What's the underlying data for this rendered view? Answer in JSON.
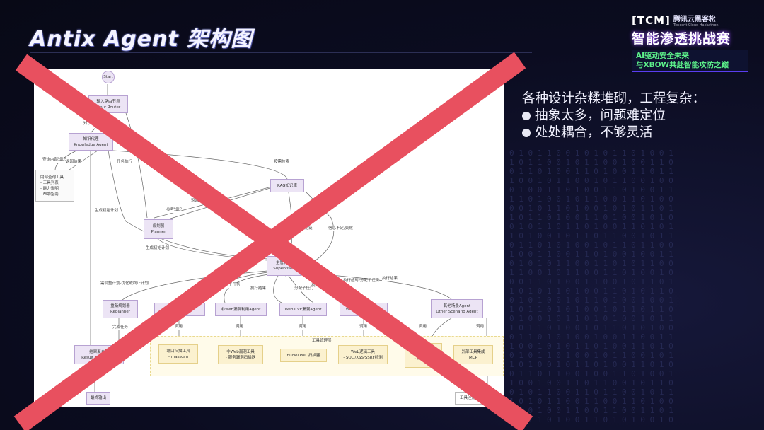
{
  "title": "Antix Agent 架构图",
  "logo": {
    "tag": "[TCM]",
    "brand": "腾讯云黑客松",
    "brand_sub": "Tencent Cloud Hackathon",
    "event": "智能渗透挑战赛",
    "slogan_1": "AI驱动安全未来",
    "slogan_2": "与XBOW共赴智能攻防之巅"
  },
  "points": {
    "heading": "各种设计杂糅堆砌，工程复杂：",
    "items": [
      "抽象太多，问题难定位",
      "处处耦合，不够灵活"
    ]
  },
  "diagram": {
    "start": "Start",
    "router": {
      "zh": "输入路由节点",
      "en": "Input Router"
    },
    "knowledge": {
      "zh": "知识代理",
      "en": "Knowledge Agent"
    },
    "internal_tools": {
      "zh": "内部查询工具",
      "items": [
        "- 工具列表",
        "- 能力说明",
        "- 帮助指南"
      ]
    },
    "rag": "RAG知识库",
    "planner": {
      "zh": "规划器",
      "en": "Planner"
    },
    "supervisor": {
      "zh": "主管代理",
      "en": "Supervisor"
    },
    "replanner": {
      "zh": "重新规划器",
      "en": "Replanner"
    },
    "agents": [
      "端口扫描Agent",
      "非Web漏洞利用Agent",
      "Web CVE漏洞Agent",
      "Web逻辑漏洞Agent"
    ],
    "other_agent": {
      "zh": "其他场景Agent",
      "en": "Other Scenario Agent"
    },
    "aggregator": {
      "zh": "结果聚合器",
      "en": "Result Aggregator"
    },
    "final": "最终输出",
    "tool_layer": "工具管理层",
    "tools": [
      {
        "name": "端口扫描工具",
        "detail": "- masscan"
      },
      {
        "name": "非Web漏洞工具",
        "detail": "- 服务漏洞扫描器"
      },
      {
        "name": "nuclei PoC 扫描器",
        "detail": ""
      },
      {
        "name": "Web逻辑工具",
        "detail": "- SQLi/XSS/SSRF检测"
      },
      {
        "name": "- 自定义工具",
        "detail": "- 扩展插件"
      },
      {
        "name": "外部工具集成",
        "detail": "MCP"
      }
    ],
    "registry": "工具注册中心",
    "edge_labels": {
      "kq": "知识问答",
      "query": "查询内部知识",
      "ret": "返回结果",
      "task": "任务执行",
      "retrieve": "按需检索",
      "facts": "返回事实",
      "ref": "参考知识",
      "plan1": "生成初始计划",
      "plan2": "生成初始计划",
      "poc": "召回/PoC/利用链",
      "insufficient": "信息不足/失败",
      "adjust": "需调整计划-优化或终止计划",
      "r1": "执行结果",
      "a1": "分配子任务",
      "r2": "执行结果",
      "a2": "分配子任务",
      "r3": "执行结果",
      "timeout": "执行超时/分配子任务",
      "r4": "执行结果",
      "done": "完成任务",
      "call": "调用"
    }
  },
  "colors": {
    "cross": "#e8505f",
    "background": "#0b0c20",
    "node": "#ece4f5",
    "tool": "#fbf1cf"
  }
}
